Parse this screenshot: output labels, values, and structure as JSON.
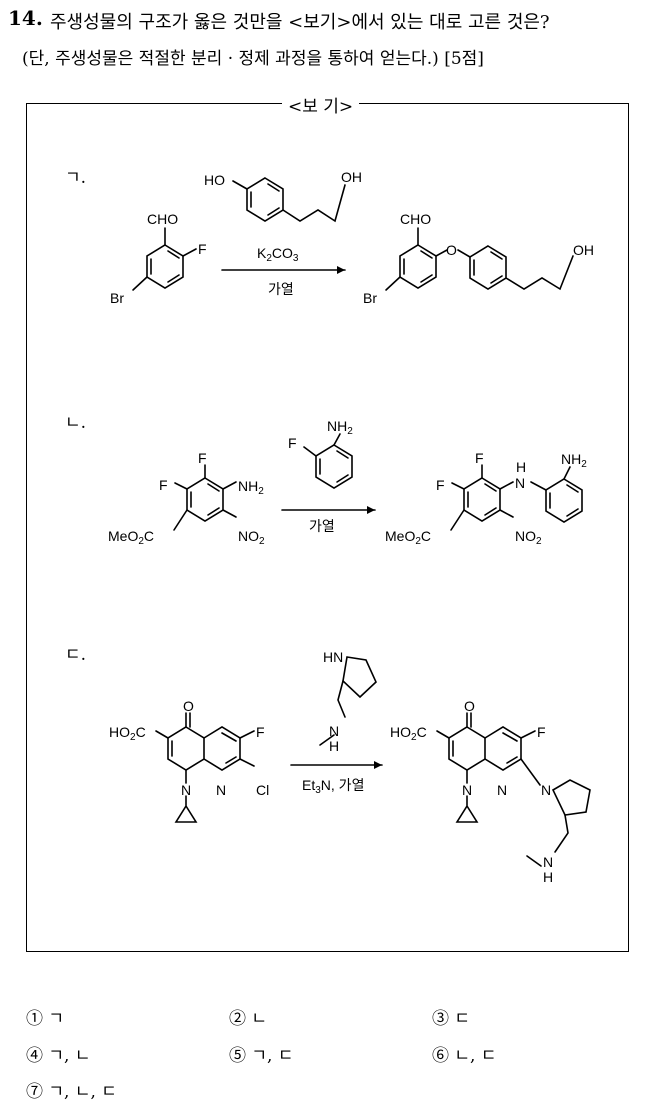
{
  "question": {
    "number": "14.",
    "text": "주생성물의 구조가 옳은 것만을 <보기>에서 있는 대로 고른 것은?",
    "note": "(단, 주생성물은 적절한 분리 · 정제 과정을 통하여 얻는다.) [5점]"
  },
  "bogi": {
    "title": "<보 기>",
    "items": [
      {
        "label": "ㄱ.",
        "reactant_labels": {
          "cho": "CHO",
          "f": "F",
          "br": "Br"
        },
        "reagent_labels": {
          "ho": "HO",
          "oh": "OH"
        },
        "condition_base": "K",
        "condition_sub1": "2",
        "condition_co": "CO",
        "condition_sub2": "3",
        "condition_heat": "가열",
        "product_labels": {
          "cho": "CHO",
          "o": "O",
          "oh": "OH",
          "br": "Br"
        }
      },
      {
        "label": "ㄴ.",
        "reagent_labels": {
          "nh": "NH",
          "sub": "2",
          "f": "F"
        },
        "reactant_labels": {
          "f1": "F",
          "f2": "F",
          "nh": "NH",
          "nh_sub": "2",
          "meo": "MeO",
          "meo_sub": "2",
          "meo_c": "C",
          "no": "NO",
          "no_sub": "2"
        },
        "condition_heat": "가열",
        "product_labels": {
          "f1": "F",
          "f2": "F",
          "h": "H",
          "n": "N",
          "nh": "NH",
          "nh_sub": "2",
          "meo": "MeO",
          "meo_sub": "2",
          "meo_c": "C",
          "no": "NO",
          "no_sub": "2"
        }
      },
      {
        "label": "ㄷ.",
        "reagent_labels": {
          "hn": "HN",
          "n": "N",
          "h": "H"
        },
        "reactant_labels": {
          "o": "O",
          "ho": "HO",
          "ho_sub": "2",
          "ho_c": "C",
          "f": "F",
          "n1": "N",
          "n2": "N",
          "cl": "Cl"
        },
        "condition_et": "Et",
        "condition_sub": "3",
        "condition_rest": "N, 가열",
        "product_labels": {
          "o": "O",
          "ho": "HO",
          "ho_sub": "2",
          "ho_c": "C",
          "f": "F",
          "n1": "N",
          "n2": "N",
          "n3": "N",
          "nh_n": "N",
          "nh_h": "H"
        }
      }
    ]
  },
  "choices": [
    {
      "num": "①",
      "text": "ㄱ"
    },
    {
      "num": "②",
      "text": "ㄴ"
    },
    {
      "num": "③",
      "text": "ㄷ"
    },
    {
      "num": "④",
      "text": "ㄱ, ㄴ"
    },
    {
      "num": "⑤",
      "text": "ㄱ, ㄷ"
    },
    {
      "num": "⑥",
      "text": "ㄴ, ㄷ"
    },
    {
      "num": "⑦",
      "text": "ㄱ, ㄴ, ㄷ"
    }
  ]
}
